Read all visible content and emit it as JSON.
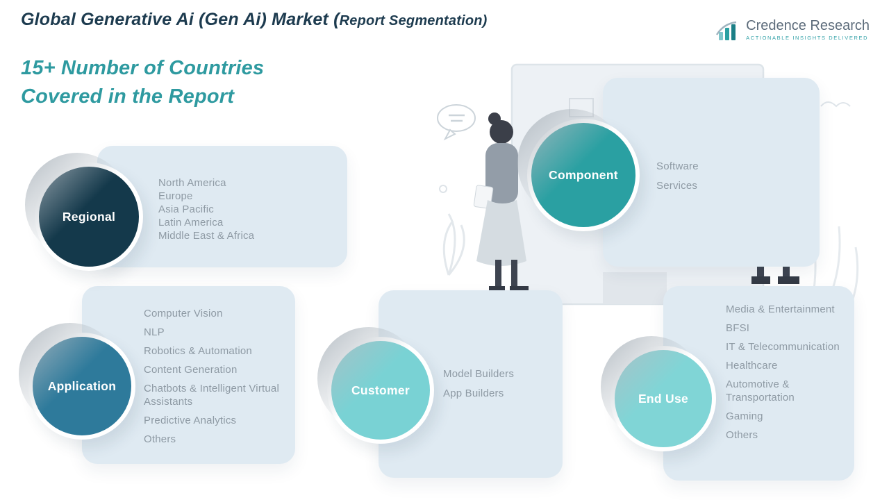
{
  "header": {
    "title_main": "Global Generative Ai (Gen Ai) Market (",
    "title_tail": "Report Segmentation)"
  },
  "logo": {
    "name": "Credence Research",
    "tagline": "Actionable Insights Delivered"
  },
  "subtitle": {
    "line1": "15+ Number of Countries",
    "line2": "Covered in the Report"
  },
  "colors": {
    "title_navy": "#1d3b4f",
    "subtitle_teal": "#2e9aa0",
    "box_background": "#dfeaf2",
    "item_text_gray": "#8e9aa4",
    "logo_teal": "#2aa0a2"
  },
  "segments": [
    {
      "label": "Regional",
      "color": "#14394b",
      "items": [
        "North America",
        "Europe",
        "Asia Pacific",
        "Latin America",
        "Middle East & Africa"
      ]
    },
    {
      "label": "Component",
      "color": "#2aa0a2",
      "items": [
        "Software",
        "Services"
      ]
    },
    {
      "label": "Application",
      "color": "#2e7a9b",
      "items": [
        "Computer Vision",
        "NLP",
        "Robotics & Automation",
        "Content Generation",
        "Chatbots & Intelligent Virtual Assistants",
        "Predictive Analytics",
        "Others"
      ]
    },
    {
      "label": "Customer",
      "color": "#79d2d4",
      "items": [
        "Model Builders",
        "App Builders"
      ]
    },
    {
      "label": "End Use",
      "color": "#80d5d6",
      "items": [
        "Media & Entertainment",
        "BFSI",
        "IT & Telecommunication",
        "Healthcare",
        "Automotive & Transportation",
        "Gaming",
        "Others"
      ]
    }
  ]
}
